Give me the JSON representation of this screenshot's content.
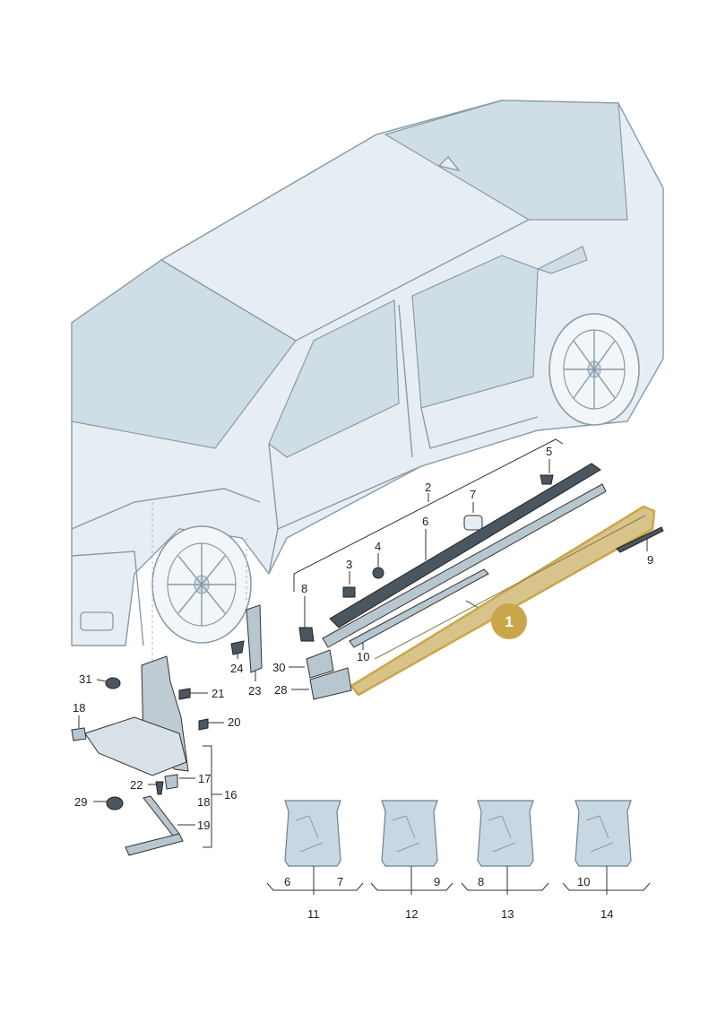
{
  "diagram": {
    "highlight": {
      "number": "1",
      "color": "#c9a64a"
    },
    "part_labels": [
      {
        "id": "p2",
        "text": "2"
      },
      {
        "id": "p3",
        "text": "3"
      },
      {
        "id": "p4",
        "text": "4"
      },
      {
        "id": "p5",
        "text": "5"
      },
      {
        "id": "p6",
        "text": "6"
      },
      {
        "id": "p7",
        "text": "7"
      },
      {
        "id": "p8",
        "text": "8"
      },
      {
        "id": "p9",
        "text": "9"
      },
      {
        "id": "p10",
        "text": "10"
      },
      {
        "id": "p16",
        "text": "16"
      },
      {
        "id": "p17",
        "text": "17"
      },
      {
        "id": "p18a",
        "text": "18"
      },
      {
        "id": "p18b",
        "text": "18"
      },
      {
        "id": "p19",
        "text": "19"
      },
      {
        "id": "p20",
        "text": "20"
      },
      {
        "id": "p21",
        "text": "21"
      },
      {
        "id": "p22",
        "text": "22"
      },
      {
        "id": "p23",
        "text": "23"
      },
      {
        "id": "p24",
        "text": "24"
      },
      {
        "id": "p28",
        "text": "28"
      },
      {
        "id": "p29",
        "text": "29"
      },
      {
        "id": "p30",
        "text": "30"
      },
      {
        "id": "p31",
        "text": "31"
      }
    ],
    "kits": [
      {
        "number": "11",
        "contents": [
          "6",
          "7"
        ]
      },
      {
        "number": "12",
        "contents": [
          "9"
        ]
      },
      {
        "number": "13",
        "contents": [
          "8"
        ]
      },
      {
        "number": "14",
        "contents": [
          "10"
        ]
      }
    ]
  }
}
